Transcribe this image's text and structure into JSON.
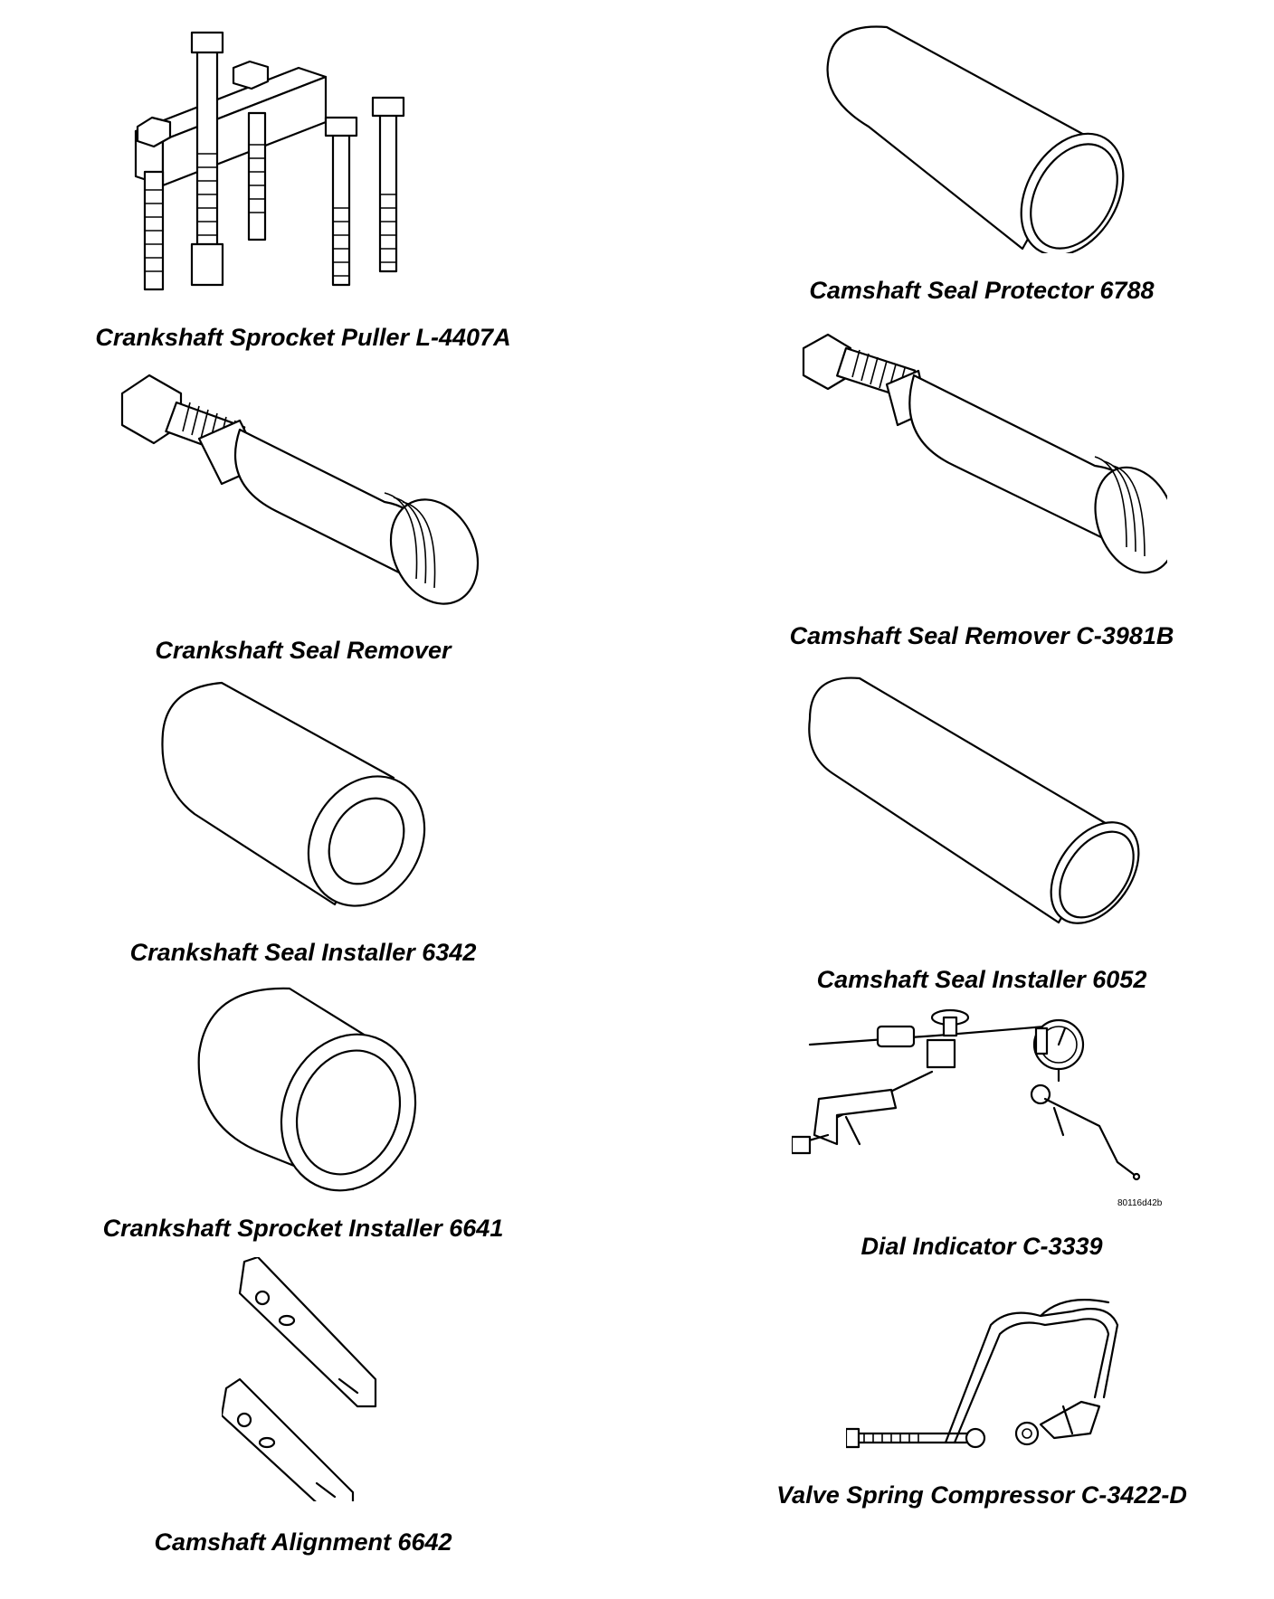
{
  "tools": [
    {
      "id": "crankshaft-sprocket-puller",
      "caption": "Crankshaft Sprocket Puller L-4407A"
    },
    {
      "id": "crankshaft-seal-remover",
      "caption": "Crankshaft Seal Remover"
    },
    {
      "id": "crankshaft-seal-installer",
      "caption": "Crankshaft Seal Installer 6342"
    },
    {
      "id": "crankshaft-sprocket-installer",
      "caption": "Crankshaft Sprocket Installer 6641"
    },
    {
      "id": "camshaft-alignment",
      "caption": "Camshaft Alignment 6642"
    },
    {
      "id": "camshaft-seal-protector",
      "caption": "Camshaft Seal Protector 6788"
    },
    {
      "id": "camshaft-seal-remover",
      "caption": "Camshaft Seal Remover C-3981B"
    },
    {
      "id": "camshaft-seal-installer",
      "caption": "Camshaft Seal Installer 6052"
    },
    {
      "id": "dial-indicator",
      "caption": "Dial Indicator C-3339"
    },
    {
      "id": "valve-spring-compressor",
      "caption": "Valve Spring Compressor C-3422-D"
    }
  ],
  "figure_code": "80116d42b"
}
